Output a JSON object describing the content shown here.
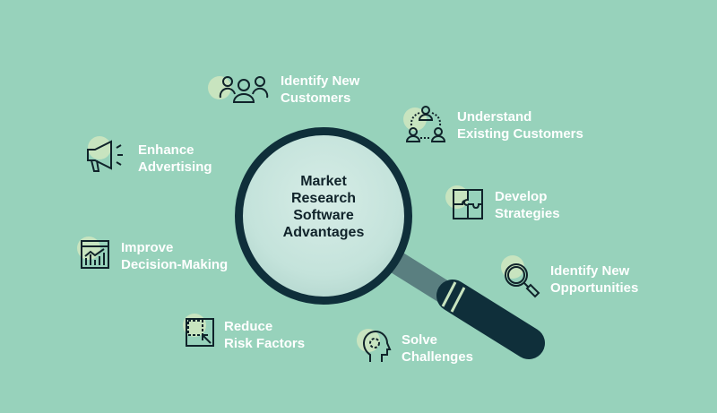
{
  "center": {
    "lines": [
      "Market",
      "Research",
      "Software",
      "Advantages"
    ]
  },
  "items": [
    {
      "id": "identify-new-customers",
      "lines": [
        "Identify New",
        "Customers"
      ],
      "icon": "people-group-icon"
    },
    {
      "id": "understand-existing-customers",
      "lines": [
        "Understand",
        "Existing Customers"
      ],
      "icon": "user-network-icon"
    },
    {
      "id": "enhance-advertising",
      "lines": [
        "Enhance",
        "Advertising"
      ],
      "icon": "megaphone-icon"
    },
    {
      "id": "develop-strategies",
      "lines": [
        "Develop",
        "Strategies"
      ],
      "icon": "puzzle-icon"
    },
    {
      "id": "improve-decision-making",
      "lines": [
        "Improve",
        "Decision-Making"
      ],
      "icon": "chart-icon"
    },
    {
      "id": "identify-new-opportunities",
      "lines": [
        "Identify New",
        "Opportunities"
      ],
      "icon": "magnifier-icon"
    },
    {
      "id": "reduce-risk-factors",
      "lines": [
        "Reduce",
        "Risk Factors"
      ],
      "icon": "shrink-icon"
    },
    {
      "id": "solve-challenges",
      "lines": [
        "Solve",
        "Challenges"
      ],
      "icon": "head-gear-icon"
    }
  ],
  "colors": {
    "background": "#97d2bb",
    "dark": "#0f2f3a",
    "accent": "#c8e4bf",
    "text": "#ffffff"
  }
}
